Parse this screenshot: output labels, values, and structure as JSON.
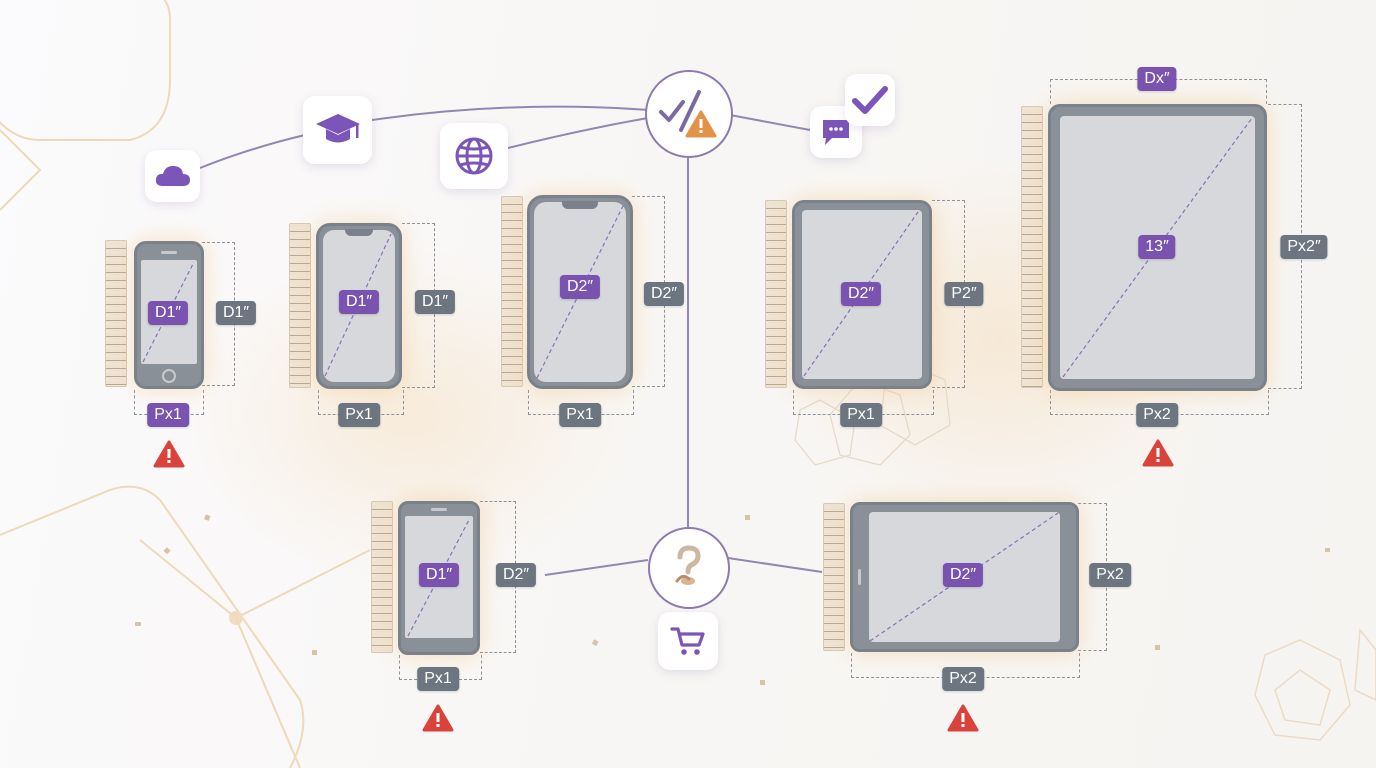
{
  "labels": {
    "phone_a_screen": "D1″",
    "phone_a_side": "D1″",
    "phone_a_bottom": "Px1",
    "phone_b_screen": "D1″",
    "phone_b_side": "D1″",
    "phone_b_bottom": "Px1",
    "phone_c_screen": "D2″",
    "phone_c_side": "D2″",
    "phone_c_bottom": "Px1",
    "tablet_a_screen": "D2″",
    "tablet_a_side": "P2″",
    "tablet_a_bottom": "Px1",
    "tablet_b_top": "Dx″",
    "tablet_b_screen": "13″",
    "tablet_b_side": "Px2″",
    "tablet_b_bottom": "Px2",
    "phone_d_screen": "D1″",
    "phone_d_side": "D2″",
    "phone_d_bottom": "Px1",
    "tablet_c_screen": "D2″",
    "tablet_c_side": "Px2",
    "tablet_c_bottom": "Px2"
  },
  "icons": [
    "cloud-icon",
    "graduation-cap-icon",
    "globe-icon",
    "check-warning-icon",
    "chat-icon",
    "checkmark-icon",
    "question-icon",
    "cart-icon",
    "warning-icon"
  ],
  "colors": {
    "accent": "#7a52b0",
    "label_gray": "#6c7580",
    "warning": "#d9433b",
    "connector": "#8d7ab0"
  }
}
